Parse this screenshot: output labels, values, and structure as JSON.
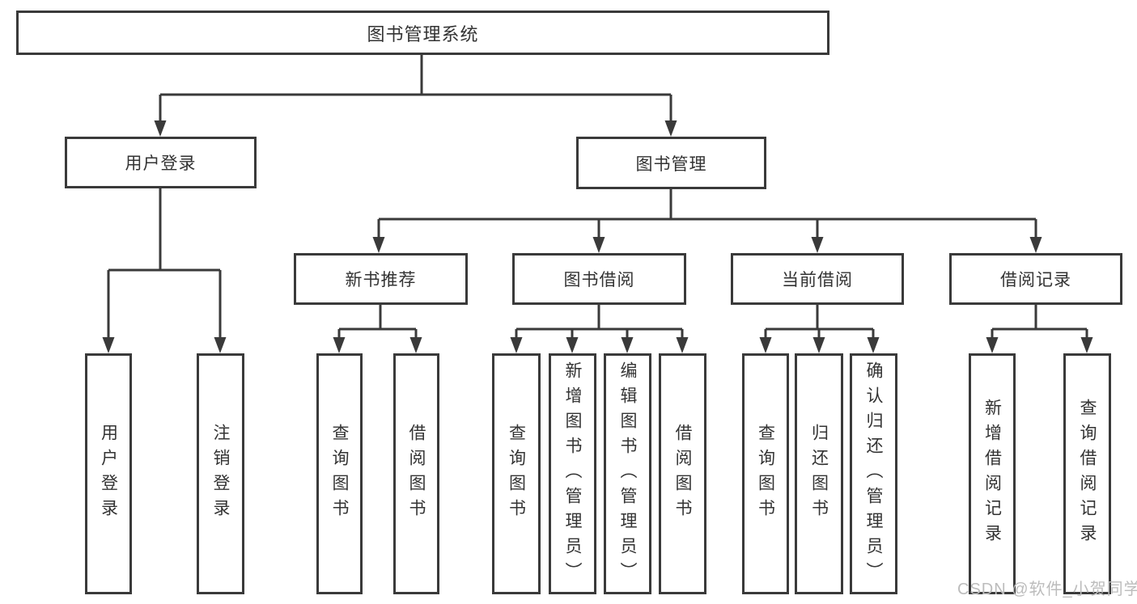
{
  "root": {
    "label": "图书管理系统"
  },
  "branches": [
    {
      "label": "用户登录",
      "children": [
        {
          "label": "用户登录"
        },
        {
          "label": "注销登录"
        }
      ]
    },
    {
      "label": "图书管理",
      "children": [
        {
          "label": "新书推荐",
          "children": [
            {
              "label": "查询图书"
            },
            {
              "label": "借阅图书"
            }
          ]
        },
        {
          "label": "图书借阅",
          "children": [
            {
              "label": "查询图书"
            },
            {
              "label": "新增图书（管理员）"
            },
            {
              "label": "编辑图书（管理员）"
            },
            {
              "label": "借阅图书"
            }
          ]
        },
        {
          "label": "当前借阅",
          "children": [
            {
              "label": "查询图书"
            },
            {
              "label": "归还图书"
            },
            {
              "label": "确认归还（管理员）"
            }
          ]
        },
        {
          "label": "借阅记录",
          "children": [
            {
              "label": "新增借阅记录"
            },
            {
              "label": "查询借阅记录"
            }
          ]
        }
      ]
    }
  ],
  "watermark": {
    "text": "CSDN @软件_小贺同学"
  },
  "colors": {
    "line": "#3a3a3a",
    "text": "#333333",
    "box_fill": "#ffffff",
    "watermark": "#bcbcbc",
    "background": "#ffffff"
  }
}
